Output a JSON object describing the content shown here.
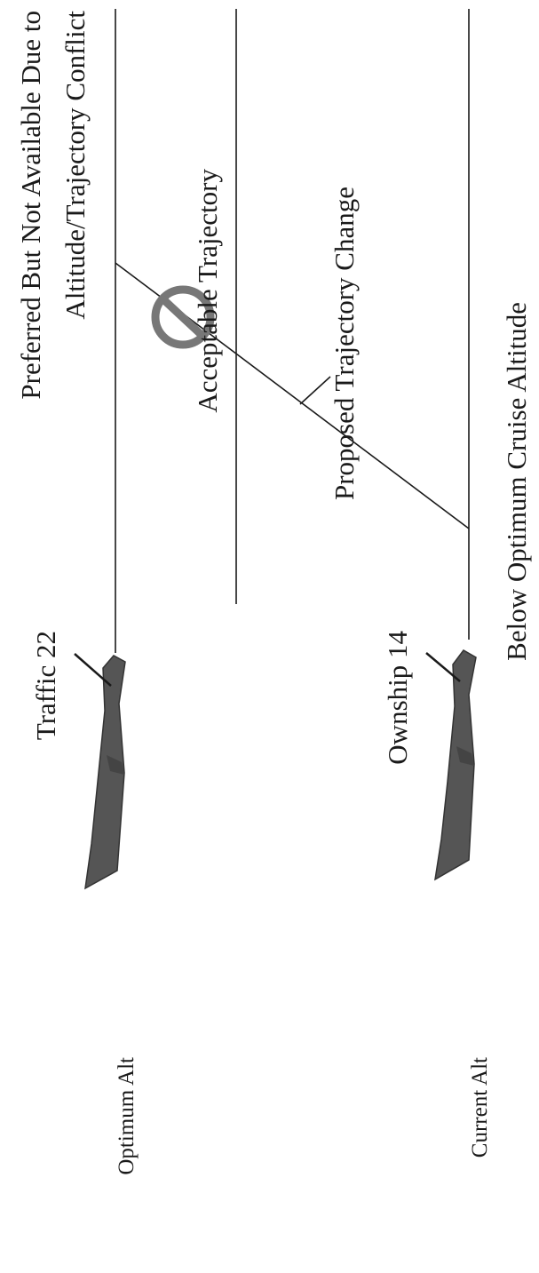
{
  "labels": {
    "preferred_line1": "Preferred But Not Available Due to",
    "preferred_line2": "Altitude/Trajectory Conflict",
    "acceptable": "Acceptable Trajectory",
    "proposed": "Proposed Trajectory Change",
    "below_optimum": "Below Optimum Cruise Altitude",
    "ownship": "Ownship 14",
    "traffic": "Traffic 22",
    "optimum_alt": "Optimum Alt",
    "current_alt": "Current Alt"
  },
  "colors": {
    "line": "#1a1a1a",
    "aircraft": "#555555",
    "prohibition_symbol": "#777777"
  },
  "icons": {
    "traffic_aircraft": "aircraft-silhouette-icon",
    "ownship_aircraft": "aircraft-silhouette-icon",
    "not_available": "prohibited-circle-slash-icon"
  }
}
